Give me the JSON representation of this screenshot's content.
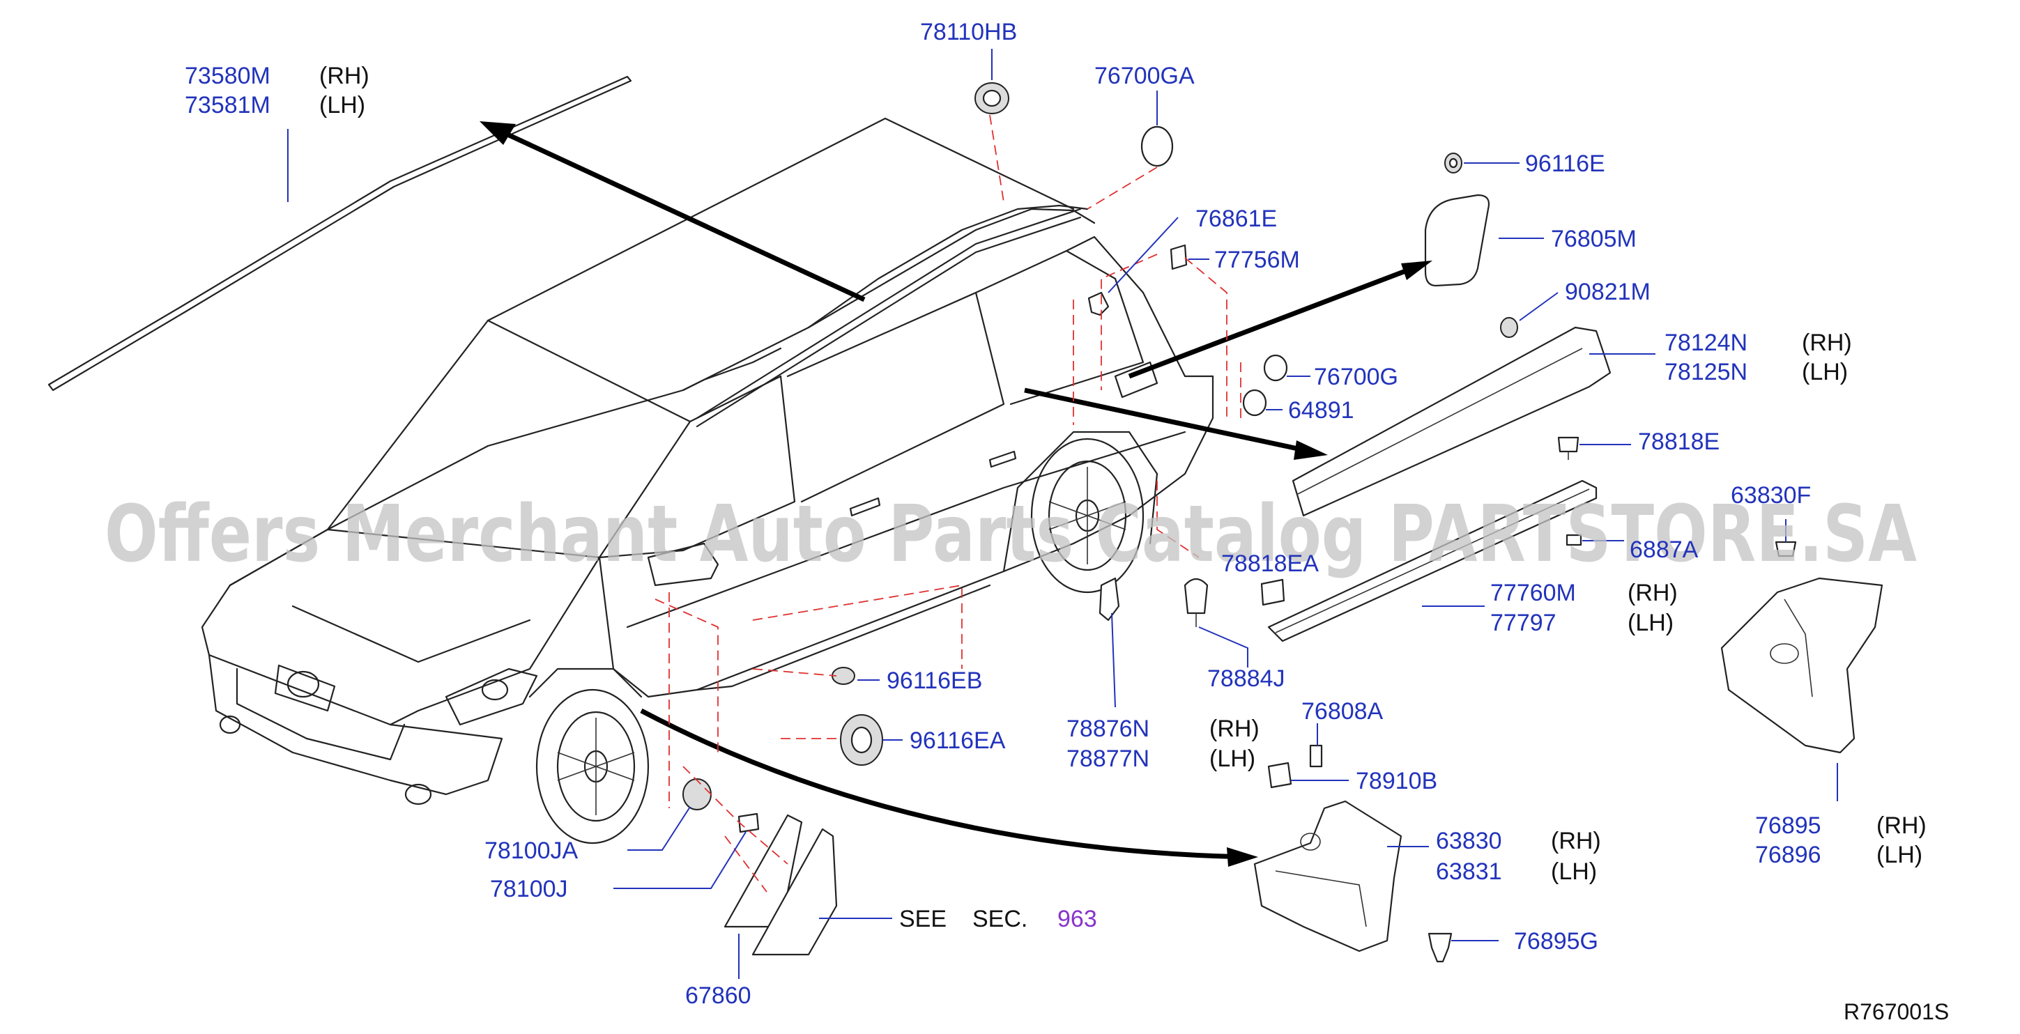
{
  "diagram": {
    "code": "R767001S",
    "watermark": "Offers Merchant Auto Parts Catalog PARTSTORE.SA",
    "see_section": {
      "label": "SEE",
      "sec_label": "SEC.",
      "number": "963"
    },
    "parts": [
      {
        "id": "73580M",
        "side": "(RH)"
      },
      {
        "id": "73581M",
        "side": "(LH)"
      },
      {
        "id": "78110HB",
        "side": ""
      },
      {
        "id": "76700GA",
        "side": ""
      },
      {
        "id": "96116E",
        "side": ""
      },
      {
        "id": "76861E",
        "side": ""
      },
      {
        "id": "77756M",
        "side": ""
      },
      {
        "id": "76805M",
        "side": ""
      },
      {
        "id": "90821M",
        "side": ""
      },
      {
        "id": "78124N",
        "side": "(RH)"
      },
      {
        "id": "78125N",
        "side": "(LH)"
      },
      {
        "id": "76700G",
        "side": ""
      },
      {
        "id": "64891",
        "side": ""
      },
      {
        "id": "78818E",
        "side": ""
      },
      {
        "id": "63830F",
        "side": ""
      },
      {
        "id": "78818EA",
        "side": ""
      },
      {
        "id": "6887A",
        "side": ""
      },
      {
        "id": "77760M",
        "side": "(RH)"
      },
      {
        "id": "77797",
        "side": "(LH)"
      },
      {
        "id": "78884J",
        "side": ""
      },
      {
        "id": "96116EB",
        "side": ""
      },
      {
        "id": "78876N",
        "side": "(RH)"
      },
      {
        "id": "78877N",
        "side": "(LH)"
      },
      {
        "id": "96116EA",
        "side": ""
      },
      {
        "id": "76808A",
        "side": ""
      },
      {
        "id": "78910B",
        "side": ""
      },
      {
        "id": "76895",
        "side": "(RH)"
      },
      {
        "id": "76896",
        "side": "(LH)"
      },
      {
        "id": "78100JA",
        "side": ""
      },
      {
        "id": "63830",
        "side": "(RH)"
      },
      {
        "id": "63831",
        "side": "(LH)"
      },
      {
        "id": "78100J",
        "side": ""
      },
      {
        "id": "76895G",
        "side": ""
      },
      {
        "id": "67860",
        "side": ""
      }
    ]
  }
}
